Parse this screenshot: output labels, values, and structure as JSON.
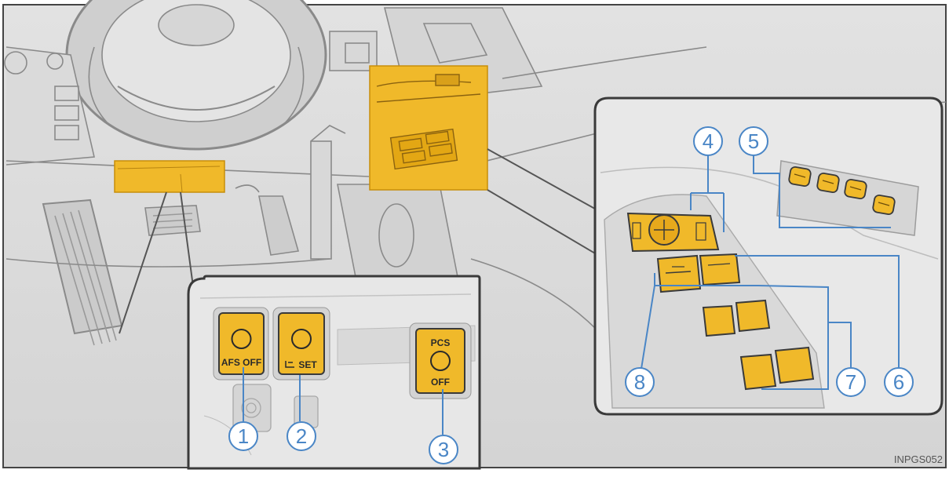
{
  "buttons": {
    "afs": "AFS OFF",
    "set": "SET",
    "pcs_top": "PCS",
    "pcs_bottom": "OFF"
  },
  "callouts": [
    "1",
    "2",
    "3",
    "4",
    "5",
    "6",
    "7",
    "8"
  ],
  "image_code": "INPGS052",
  "colors": {
    "highlight": "#f0b92a",
    "callout_line": "#4a86c6",
    "frame": "#3a3a3a",
    "panel": "#e9e9e9"
  }
}
